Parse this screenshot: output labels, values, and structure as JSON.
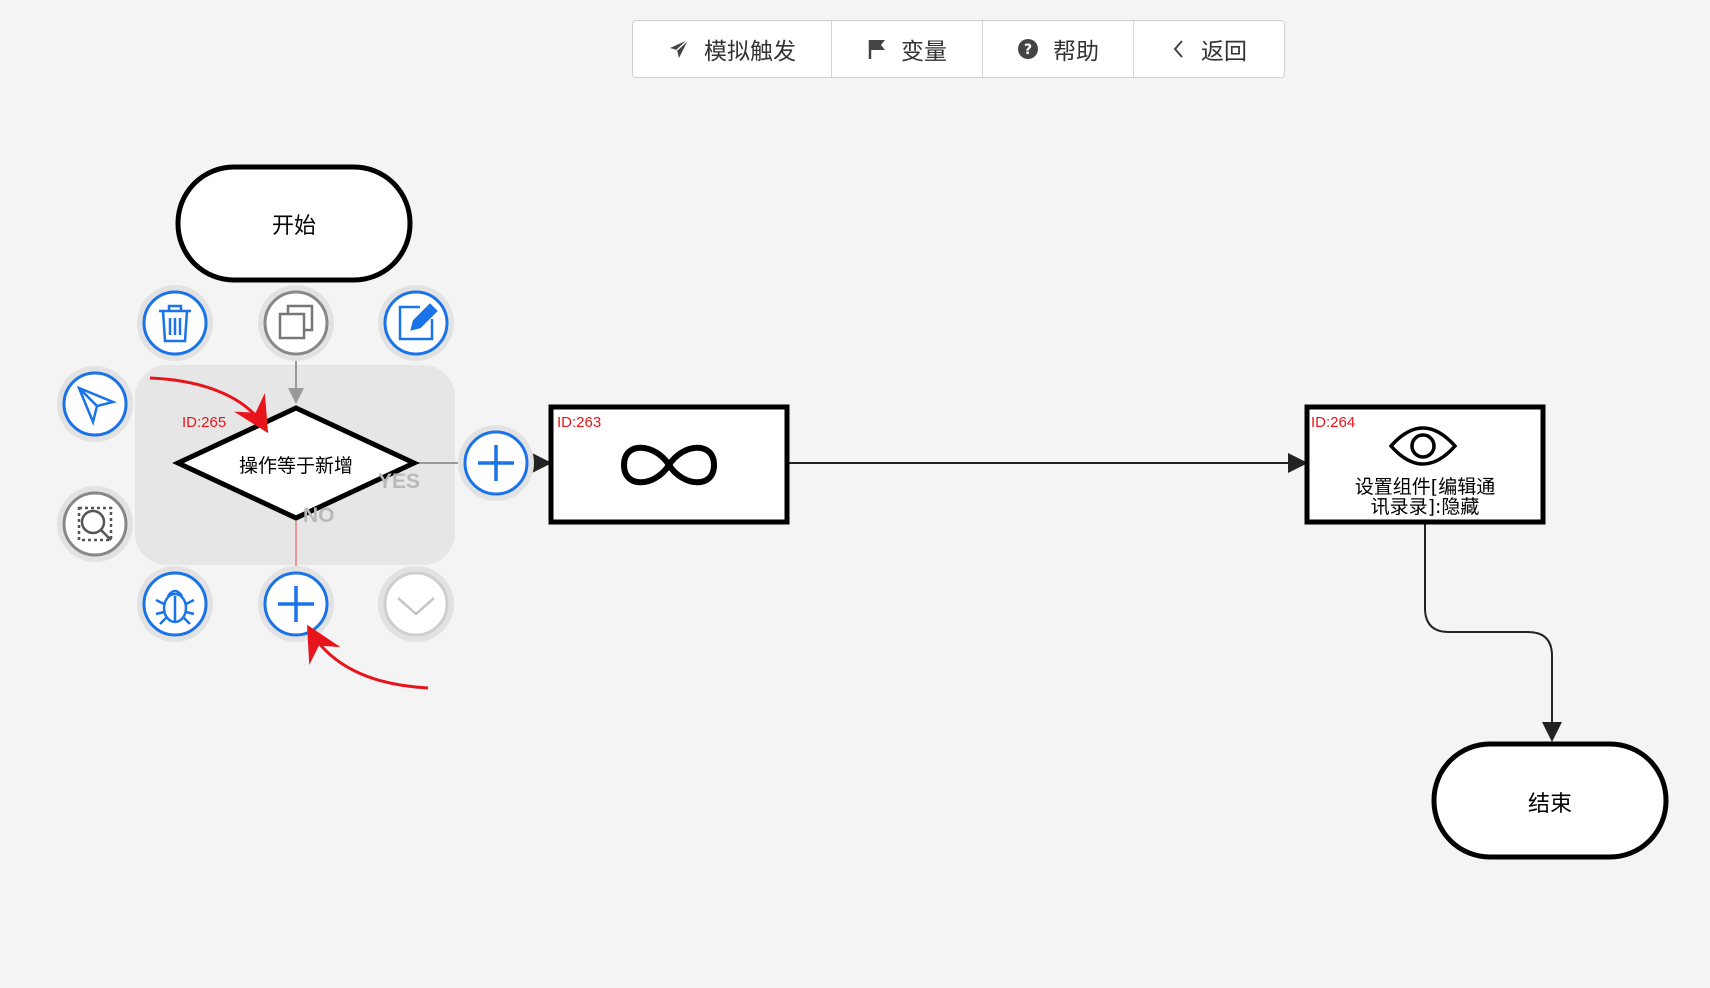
{
  "toolbar": {
    "simulate": {
      "label": "模拟触发",
      "icon": "paper-plane-icon"
    },
    "variables": {
      "label": "变量",
      "icon": "flag-icon"
    },
    "help": {
      "label": "帮助",
      "icon": "question-circle-icon"
    },
    "back": {
      "label": "返回",
      "icon": "chevron-left-icon"
    }
  },
  "nodes": {
    "start": {
      "label": "开始"
    },
    "condition": {
      "id_label": "ID:265",
      "label": "操作等于新增",
      "yes": "YES",
      "no": "NO"
    },
    "loop": {
      "id_label": "ID:263",
      "icon": "infinity-icon"
    },
    "action": {
      "id_label": "ID:264",
      "icon": "eye-icon",
      "line1": "设置组件[编辑通",
      "line2": "讯录录]:隐藏"
    },
    "end": {
      "label": "结束"
    }
  },
  "context_menu": {
    "items": [
      "trash-icon",
      "copy-icon",
      "edit-icon",
      "send-icon",
      "zoom-select-icon",
      "bug-icon",
      "add-icon",
      "chevron-down-icon"
    ]
  },
  "colors": {
    "accent": "#1a73e8",
    "annotation": "#e8141c",
    "background": "#f4f4f4"
  }
}
